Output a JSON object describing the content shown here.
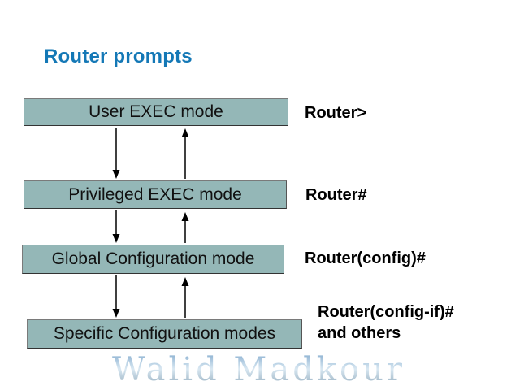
{
  "slide": {
    "title": "Router prompts",
    "watermark": "Walid Madkour"
  },
  "colors": {
    "title_blue": "#1478b6",
    "box_fill": "#94b7b7",
    "box_border": "#7a7a7a",
    "prompt_text": "#000000",
    "arrow": "#000000",
    "watermark_gradient_top": "#7fa8cc",
    "watermark_gradient_middle": "#d9e8f2",
    "watermark_gradient_bottom": "#8da6b8"
  },
  "modes": [
    {
      "label": "User EXEC mode",
      "prompt": "Router>"
    },
    {
      "label": "Privileged EXEC mode",
      "prompt": "Router#"
    },
    {
      "label": "Global Configuration mode",
      "prompt": "Router(config)#"
    },
    {
      "label": "Specific Configuration modes",
      "prompt": "Router(config-if)#",
      "prompt_extra": "and others"
    }
  ]
}
